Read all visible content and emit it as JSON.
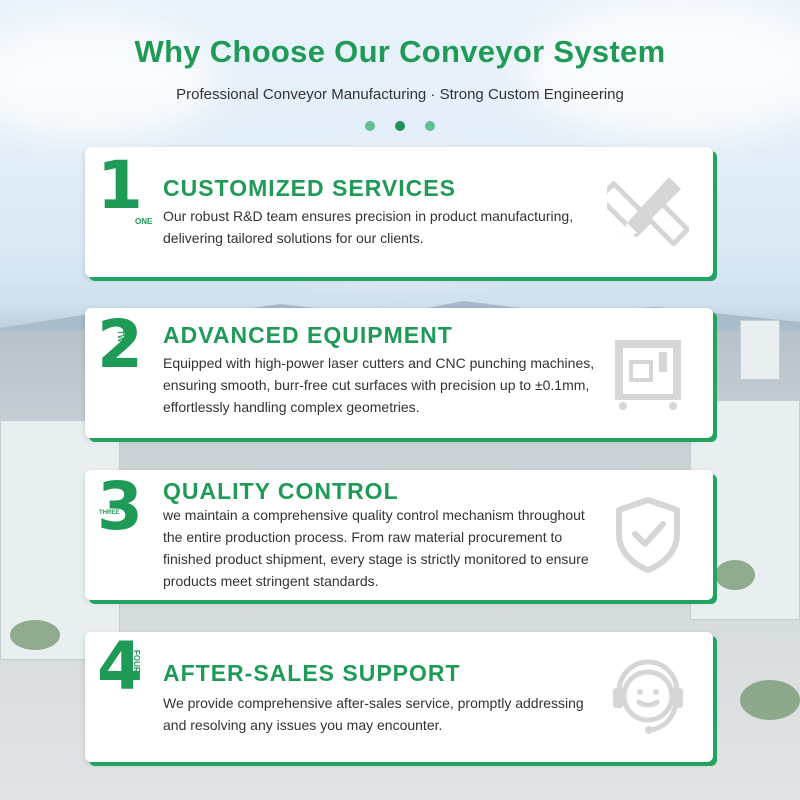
{
  "header": {
    "title": "Why Choose Our Conveyor System",
    "subtitle": "Professional Conveyor Manufacturing · Strong Custom Engineering"
  },
  "dots": {
    "count": 3,
    "active_index": 1
  },
  "colors": {
    "accent": "#1f9a57",
    "icon_gray": "#d6d6d6"
  },
  "cards": [
    {
      "digit": "1",
      "word": "ONE",
      "title": "CUSTOMIZED SERVICES",
      "desc": "Our robust R&D team ensures precision in product manufacturing, delivering tailored solutions for our clients.",
      "icon": "pencil-ruler-icon"
    },
    {
      "digit": "2",
      "word": "TWO",
      "title": "ADVANCED EQUIPMENT",
      "desc": "Equipped with high-power laser cutters and CNC punching machines, ensuring smooth, burr-free cut surfaces with precision up to ±0.1mm, effortlessly handling complex geometries.",
      "icon": "cnc-machine-icon"
    },
    {
      "digit": "3",
      "word": "THREE",
      "title": "QUALITY CONTROL",
      "desc": "we maintain a comprehensive quality control mechanism throughout the entire production process. From raw material procurement to finished product shipment, every stage is strictly monitored to ensure products meet stringent standards.",
      "icon": "shield-check-icon"
    },
    {
      "digit": "4",
      "word": "FOUR",
      "title": "AFTER-SALES SUPPORT",
      "desc": "We provide comprehensive after-sales service, promptly addressing and resolving any issues you may encounter.",
      "icon": "headset-support-icon"
    }
  ]
}
